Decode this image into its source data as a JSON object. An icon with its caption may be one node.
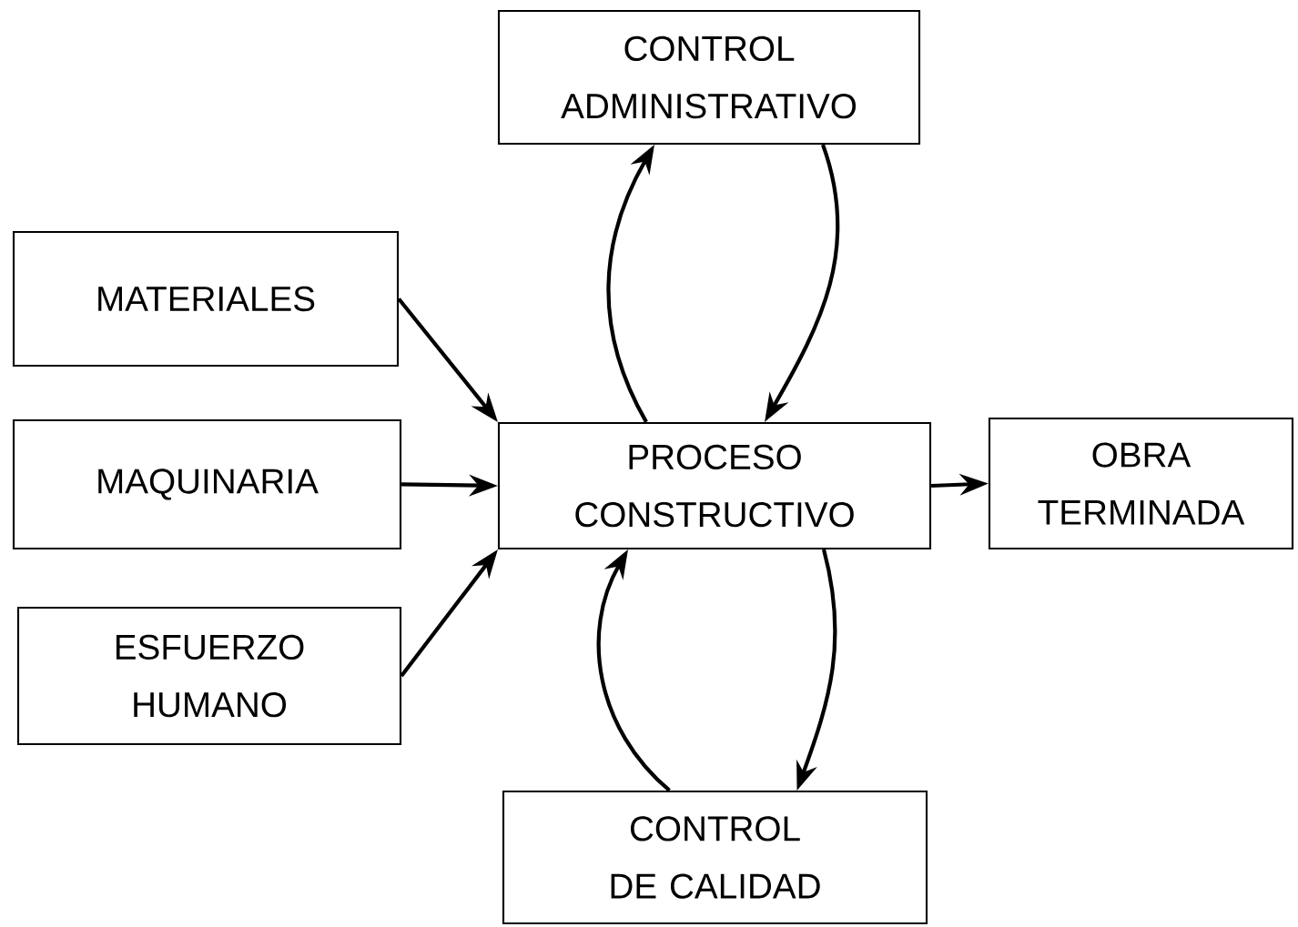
{
  "diagram": {
    "nodes": [
      {
        "text": [
          "CONTROL ADMINISTRATIVO"
        ]
      },
      {
        "text": [
          "MATERIALES"
        ]
      },
      {
        "text": [
          "MAQUINARIA"
        ]
      },
      {
        "text": [
          "PROCESO CONSTRUCTIVO"
        ]
      },
      {
        "text": [
          "OBRA TERMINADA"
        ]
      },
      {
        "text": [
          "ESFUERZO HUMANO"
        ]
      },
      {
        "text": [
          "CONTROL DE CALIDAD"
        ]
      }
    ],
    "edges": [
      {
        "from": 1,
        "to": 3,
        "arrow": "to"
      },
      {
        "from": 2,
        "to": 3,
        "arrow": "to"
      },
      {
        "from": 5,
        "to": 3,
        "arrow": "to"
      },
      {
        "from": 3,
        "to": 0,
        "arrow": "to"
      },
      {
        "from": 0,
        "to": 3,
        "arrow": "to"
      },
      {
        "from": 3,
        "to": 4,
        "arrow": "to"
      },
      {
        "from": 3,
        "to": 6,
        "arrow": "to"
      },
      {
        "from": 6,
        "to": 3,
        "arrow": "to"
      }
    ]
  }
}
